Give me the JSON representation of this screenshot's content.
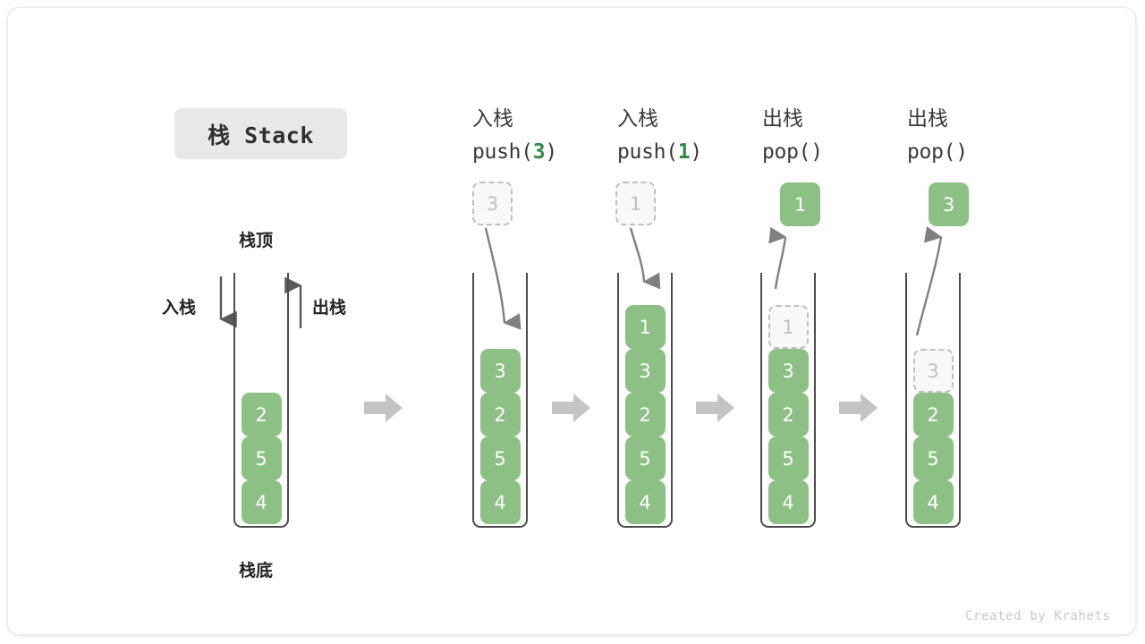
{
  "title_badge": {
    "text": "栈 Stack"
  },
  "legend": {
    "top_label": "栈顶",
    "bottom_label": "栈底",
    "push_label": "入栈",
    "pop_label": "出栈"
  },
  "colors": {
    "element_green": "#8cc084",
    "ghost_border": "#bfbfbf",
    "ghost_fill": "#f8f8f8",
    "container_border": "#4d4d4d",
    "arrow_gray": "#808080",
    "block_arrow_gray": "#c4c4c4",
    "accent_number_green": "#2e8b45",
    "badge_bg": "#e8e8e8"
  },
  "columns": [
    {
      "id": "initial",
      "op_cn": "",
      "op_code_prefix": "",
      "op_code_num": "",
      "op_code_suffix": "",
      "floating": null,
      "stack": [
        {
          "value": "4",
          "state": "solid"
        },
        {
          "value": "5",
          "state": "solid"
        },
        {
          "value": "2",
          "state": "solid"
        }
      ]
    },
    {
      "id": "push-3",
      "op_cn": "入栈",
      "op_code_prefix": "push(",
      "op_code_num": "3",
      "op_code_suffix": ")",
      "floating": {
        "value": "3",
        "state": "ghost"
      },
      "stack": [
        {
          "value": "4",
          "state": "solid"
        },
        {
          "value": "5",
          "state": "solid"
        },
        {
          "value": "2",
          "state": "solid"
        },
        {
          "value": "3",
          "state": "solid"
        }
      ]
    },
    {
      "id": "push-1",
      "op_cn": "入栈",
      "op_code_prefix": "push(",
      "op_code_num": "1",
      "op_code_suffix": ")",
      "floating": {
        "value": "1",
        "state": "ghost"
      },
      "stack": [
        {
          "value": "4",
          "state": "solid"
        },
        {
          "value": "5",
          "state": "solid"
        },
        {
          "value": "2",
          "state": "solid"
        },
        {
          "value": "3",
          "state": "solid"
        },
        {
          "value": "1",
          "state": "solid"
        }
      ]
    },
    {
      "id": "pop-1",
      "op_cn": "出栈",
      "op_code_prefix": "pop(",
      "op_code_num": "",
      "op_code_suffix": ")",
      "floating": {
        "value": "1",
        "state": "solid"
      },
      "stack": [
        {
          "value": "4",
          "state": "solid"
        },
        {
          "value": "5",
          "state": "solid"
        },
        {
          "value": "2",
          "state": "solid"
        },
        {
          "value": "3",
          "state": "solid"
        },
        {
          "value": "1",
          "state": "ghost"
        }
      ]
    },
    {
      "id": "pop-3",
      "op_cn": "出栈",
      "op_code_prefix": "pop(",
      "op_code_num": "",
      "op_code_suffix": ")",
      "floating": {
        "value": "3",
        "state": "solid"
      },
      "stack": [
        {
          "value": "4",
          "state": "solid"
        },
        {
          "value": "5",
          "state": "solid"
        },
        {
          "value": "2",
          "state": "solid"
        },
        {
          "value": "3",
          "state": "ghost"
        },
        {
          "value": "",
          "state": "blank"
        }
      ]
    }
  ],
  "watermark": "Created by Krahets"
}
